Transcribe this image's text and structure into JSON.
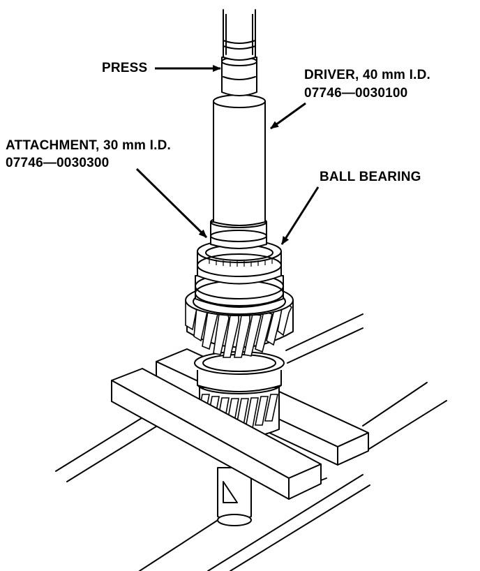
{
  "labels": {
    "press": "PRESS",
    "driver_line1": "DRIVER, 40 mm I.D.",
    "driver_line2": "07746—0030100",
    "attachment_line1": "ATTACHMENT, 30 mm I.D.",
    "attachment_line2": "07746—0030300",
    "ball_bearing": "BALL BEARING"
  },
  "colors": {
    "ink": "#000000",
    "paper": "#ffffff"
  }
}
